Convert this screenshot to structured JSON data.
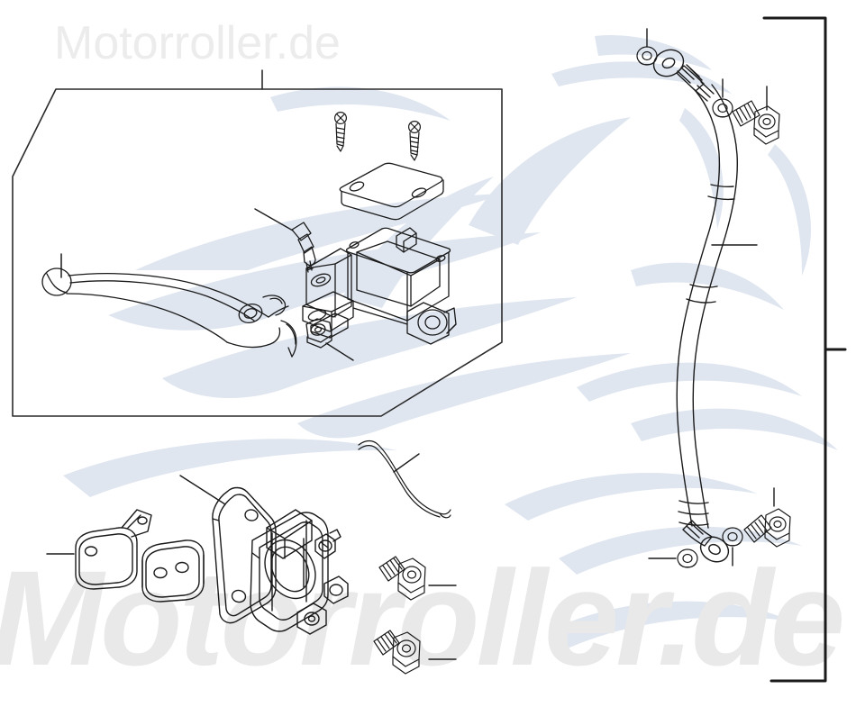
{
  "document": {
    "kind": "exploded-parts-diagram",
    "subject": "Front hydraulic brake system",
    "background_color": "#ffffff",
    "line_color": "#1a1a1a"
  },
  "watermark": {
    "top_text": "Motorroller.de",
    "bottom_text": "Motorroller.de",
    "text_color": "#ececec",
    "graphic_color": "#dfe6f0",
    "graphic_name": "flame-swoosh-logo"
  },
  "groups": [
    {
      "id": "master-cylinder-group",
      "name": "Master cylinder assembly box",
      "shape": "chamfered-rectangle",
      "leader": "top-tick"
    },
    {
      "id": "brake-hose-group",
      "name": "Brake hose assembly bracket",
      "shape": "right-bracket",
      "leader": "middle-tick"
    }
  ],
  "parts": [
    {
      "id": "p01",
      "name": "brake-lever",
      "leader": "vertical-up"
    },
    {
      "id": "p02",
      "name": "reservoir-cap-plate",
      "leader": "none"
    },
    {
      "id": "p03",
      "name": "cap-screw-left",
      "leader": "none"
    },
    {
      "id": "p04",
      "name": "cap-screw-right",
      "leader": "none"
    },
    {
      "id": "p05",
      "name": "brake-light-switch",
      "leader": "diagonal-up-left"
    },
    {
      "id": "p06",
      "name": "master-cylinder-body",
      "leader": "none"
    },
    {
      "id": "p07",
      "name": "lever-pivot-nut",
      "leader": "diagonal-down-right"
    },
    {
      "id": "p08",
      "name": "brake-hose",
      "leader": "horizontal-right"
    },
    {
      "id": "p09",
      "name": "banjo-washer-upper",
      "leader": "vertical-up"
    },
    {
      "id": "p10",
      "name": "banjo-washer-upper-2",
      "leader": "vertical-up"
    },
    {
      "id": "p11",
      "name": "banjo-bolt-upper",
      "leader": "vertical-up"
    },
    {
      "id": "p12",
      "name": "banjo-washer-lower",
      "leader": "horizontal-left"
    },
    {
      "id": "p13",
      "name": "banjo-washer-lower-2",
      "leader": "vertical-down"
    },
    {
      "id": "p14",
      "name": "banjo-bolt-lower",
      "leader": "vertical-up"
    },
    {
      "id": "p15",
      "name": "brake-pad-outer",
      "leader": "horizontal-left"
    },
    {
      "id": "p16",
      "name": "brake-pad-inner",
      "leader": "none"
    },
    {
      "id": "p17",
      "name": "pad-retaining-spring",
      "leader": "diagonal-down-right"
    },
    {
      "id": "p18",
      "name": "caliper-mounting-bracket",
      "leader": "diagonal-up-right"
    },
    {
      "id": "p19",
      "name": "brake-caliper-body",
      "leader": "vertical-down"
    },
    {
      "id": "p20",
      "name": "caliper-bolt-upper",
      "leader": "horizontal-right"
    },
    {
      "id": "p21",
      "name": "caliper-bolt-lower",
      "leader": "horizontal-right"
    }
  ],
  "callouts": {
    "count": 14,
    "style": "thin-leader-lines-no-numbers"
  }
}
